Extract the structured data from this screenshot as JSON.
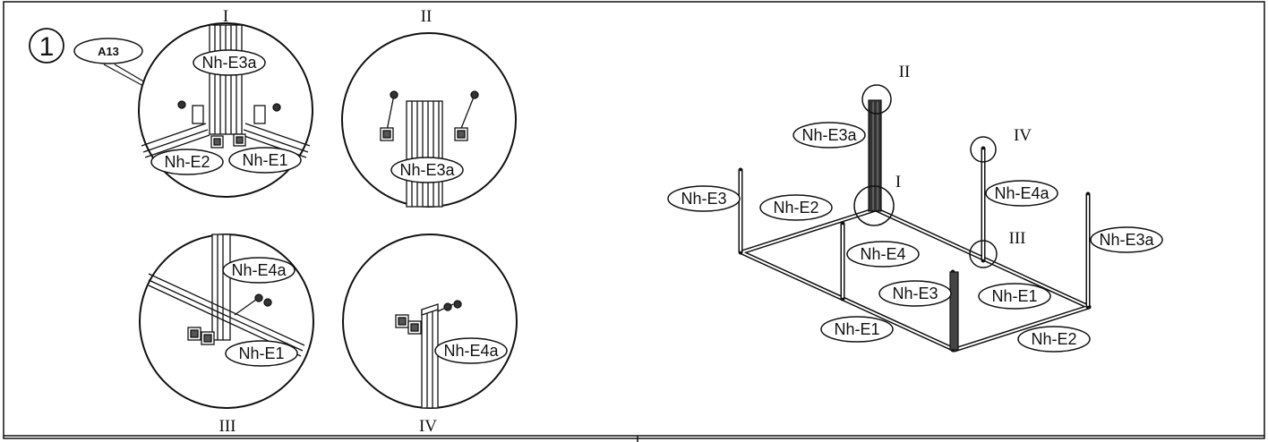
{
  "step": {
    "number": "1"
  },
  "details": [
    {
      "id": "I",
      "numeral": "I",
      "labels": [
        "Nh-E3a",
        "Nh-E2",
        "Nh-E1"
      ]
    },
    {
      "id": "II",
      "numeral": "II",
      "labels": [
        "Nh-E3a"
      ]
    },
    {
      "id": "III",
      "numeral": "III",
      "labels": [
        "Nh-E4a",
        "Nh-E1"
      ]
    },
    {
      "id": "IV",
      "numeral": "IV",
      "labels": [
        "Nh-E4a"
      ]
    }
  ],
  "fastener": {
    "label": "A13"
  },
  "overview": {
    "callouts": [
      "II",
      "I",
      "IV",
      "III"
    ],
    "labels": [
      "Nh-E3a",
      "Nh-E3",
      "Nh-E2",
      "Nh-E4a",
      "Nh-E3a",
      "Nh-E4",
      "Nh-E3",
      "Nh-E1",
      "Nh-E1",
      "Nh-E2"
    ]
  }
}
